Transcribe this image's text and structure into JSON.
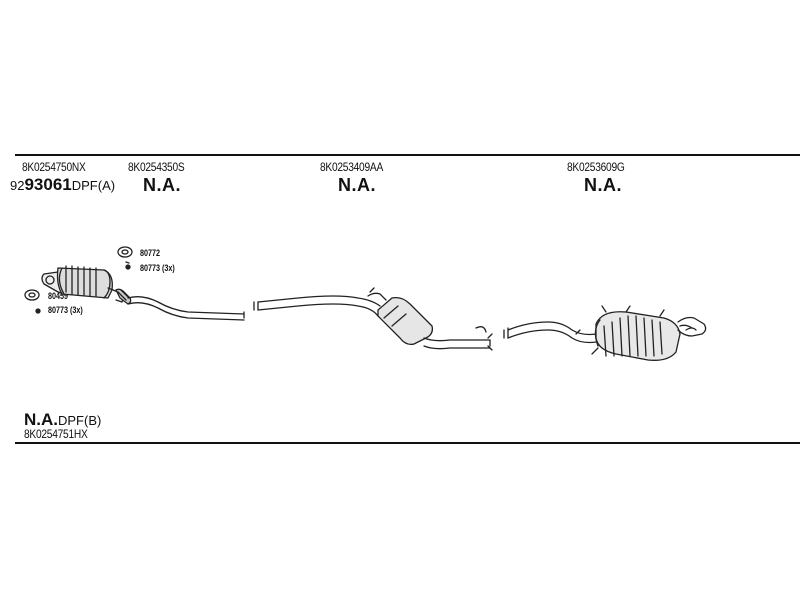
{
  "top_row": {
    "part1": "8K0254750NX",
    "part2": "8K0254350S",
    "part3": "8K0253409AA",
    "part4": "8K0253609G"
  },
  "dpf_a": {
    "prefix": "92",
    "number": "93061",
    "suffix": "DPF(A)"
  },
  "na_labels": [
    "N.A.",
    "N.A.",
    "N.A."
  ],
  "callouts": {
    "c1": "80772",
    "c2": "80773 (3x)",
    "c3": "80459",
    "c4": "80773 (3x)"
  },
  "bottom": {
    "na": "N.A.",
    "dpf_b": "DPF(B)",
    "part": "8K0254751HX"
  }
}
